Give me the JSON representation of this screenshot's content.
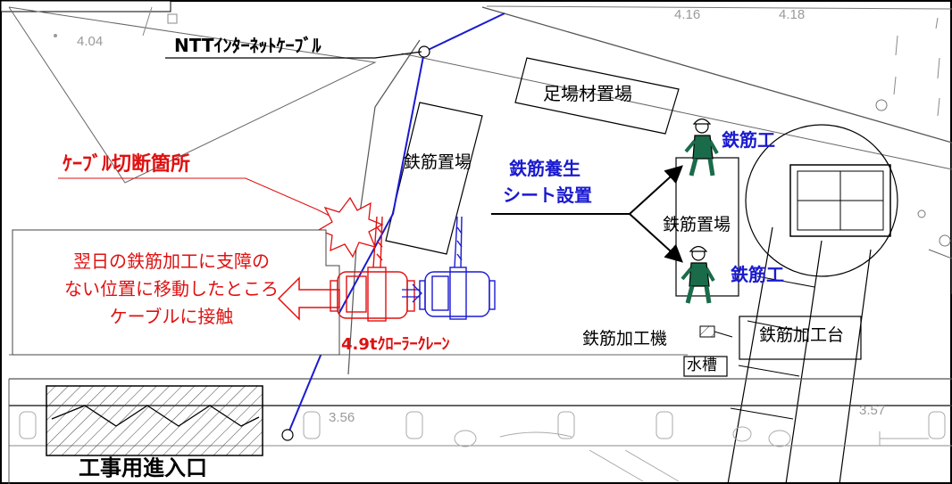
{
  "labels": {
    "ntt_cable": "NTTｲﾝﾀｰﾈｯﾄｹｰﾌﾞﾙ",
    "cable_cut_point": "ｹｰﾌﾞﾙ切断箇所",
    "scaffold_storage": "足場材置場",
    "rebar_storage_1": "鉄筋置場",
    "rebar_storage_2": "鉄筋置場",
    "rebar_sheet_line1": "鉄筋養生",
    "rebar_sheet_line2": "シート設置",
    "rebar_worker_1": "鉄筋工",
    "rebar_worker_2": "鉄筋工",
    "crane": "4.9tｸﾛｰﾗｰｸﾚｰﾝ",
    "rebar_machine": "鉄筋加工機",
    "rebar_table": "鉄筋加工台",
    "water_tank": "水槽",
    "entrance": "工事用進入口",
    "note_lines": [
      "翌日の鉄筋加工に支障の",
      "ない位置に移動したところ",
      "ケーブルに接触"
    ]
  },
  "elevations": [
    "4.04",
    "4.16",
    "4.18",
    "3.56",
    "3.57"
  ],
  "colors": {
    "red": "#e01010",
    "blue": "#1a1ad0",
    "black": "#000000",
    "gray": "#9a9a9a"
  }
}
